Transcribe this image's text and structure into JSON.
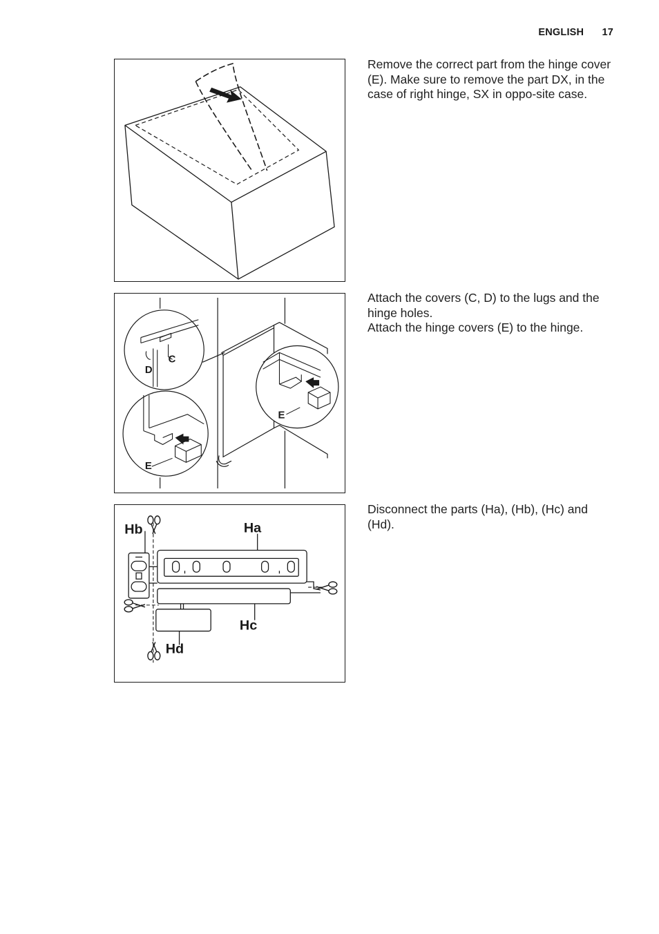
{
  "header": {
    "section": "ENGLISH",
    "page_number": "17"
  },
  "steps": [
    {
      "text": "Remove the correct part from the hinge cover (E). Make sure to remove the part DX, in the case of right hinge, SX in oppo-site case."
    },
    {
      "lines": [
        "Attach the covers (C, D) to the lugs and the hinge holes.",
        "Attach the hinge covers (E) to the hinge."
      ]
    },
    {
      "text": "Disconnect the parts (Ha), (Hb), (Hc) and (Hd)."
    }
  ],
  "figure2_labels": {
    "c": "C",
    "d": "D",
    "e_right": "E",
    "e_left": "E"
  },
  "figure3_labels": {
    "ha": "Ha",
    "hb": "Hb",
    "hc": "Hc",
    "hd": "Hd"
  }
}
